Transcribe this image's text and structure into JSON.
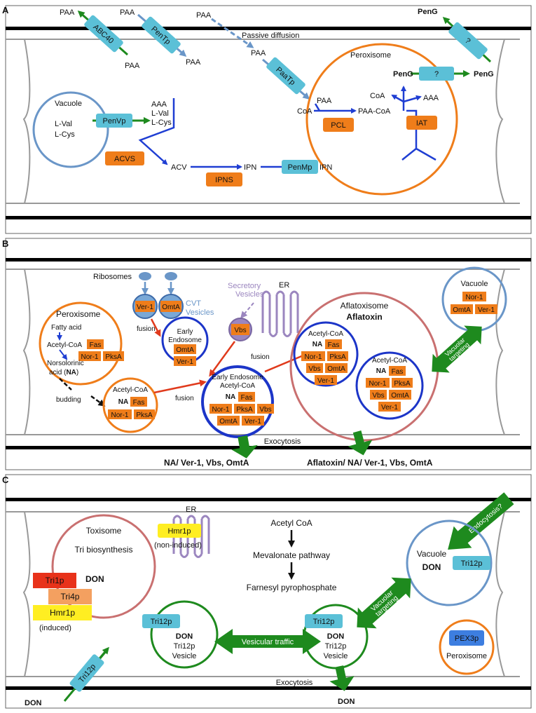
{
  "panel_a": {
    "letter": "A",
    "paa_1": "PAA",
    "paa_2": "PAA",
    "paa_3": "PAA",
    "paa_4": "PAA",
    "paa_5": "PAA",
    "paa_6": "PAA",
    "paa_7": "PAA",
    "abc40": "ABC40",
    "pentp": "PenTp",
    "paatp": "PaaTp",
    "passive_diffusion": "Passive diffusion",
    "peng_1": "PenG",
    "peng_2": "PenG",
    "peng_3": "PenG",
    "unknown_1": "?",
    "unknown_2": "?",
    "peroxisome": "Peroxisome",
    "vacuole": "Vacuole",
    "lval": "L-Val",
    "lcys": "L-Cys",
    "penvp": "PenVp",
    "aaa_1": "AAA",
    "lval_out": "L-Val",
    "lcys_out": "L-Cys",
    "acvs": "ACVS",
    "acv": "ACV",
    "ipns": "IPNS",
    "ipn_1": "IPN",
    "ipn_2": "IPN",
    "penmp": "PenMp",
    "coa_1": "CoA",
    "paa_coa": "PAA-CoA",
    "pcl": "PCL",
    "iat": "IAT",
    "coa_2": "CoA",
    "aaa_2": "AAA"
  },
  "panel_b": {
    "letter": "B",
    "ribosomes": "Ribosomes",
    "ver1_cvt": "Ver-1",
    "omta_cvt": "OmtA",
    "cvt_1": "CVT",
    "cvt_2": "Vesicles",
    "secretory_1": "Secretory",
    "secretory_2": "Vesicles",
    "er": "ER",
    "peroxisome": "Peroxisome",
    "fatty_acid": "Fatty acid",
    "acetyl_coa": "Acetyl-CoA",
    "fas": "Fas",
    "nor1": "Nor-1",
    "pksa": "PksA",
    "norsol": "Norsolorinic",
    "acid": "acid (",
    "na": "NA",
    "close": ")",
    "fusion_1": "fusion",
    "fusion_2": "fusion",
    "fusion_3": "fusion",
    "early_endo_1": "Early",
    "early_endo_2": "Endosome",
    "omta_e": "OmtA",
    "ver1_e": "Ver-1",
    "vbs": "Vbs",
    "budding": "budding",
    "bud_acetyl": "Acetyl-CoA",
    "bud_na": "NA",
    "bud_fas": "Fas",
    "bud_nor1": "Nor-1",
    "bud_pksa": "PksA",
    "ee2_title": "Early Endosome",
    "ee2_acetyl": "Acetyl-CoA",
    "ee2_na": "NA",
    "ee2_fas": "Fas",
    "ee2_nor1": "Nor-1",
    "ee2_pksa": "PksA",
    "ee2_vbs": "Vbs",
    "ee2_omta": "OmtA",
    "ee2_ver1": "Ver-1",
    "aflatoxisome": "Aflatoxisome",
    "aflatoxin": "Aflatoxin",
    "v1_acetyl": "Acetyl-CoA",
    "v1_na": "NA",
    "v1_fas": "Fas",
    "v1_nor1": "Nor-1",
    "v1_pksa": "PksA",
    "v1_vbs": "Vbs",
    "v1_omta": "OmtA",
    "v1_ver1": "Ver-1",
    "v2_acetyl": "Acetyl-CoA",
    "v2_na": "NA",
    "v2_fas": "Fas",
    "v2_nor1": "Nor-1",
    "v2_pksa": "PksA",
    "v2_vbs": "Vbs",
    "v2_omta": "OmtA",
    "v2_ver1": "Ver-1",
    "vacuole": "Vacuole",
    "vac_nor1": "Nor-1",
    "vac_omta": "OmtA",
    "vac_ver1": "Ver-1",
    "vacuolar_1": "Vacuolar",
    "vacuolar_2": "targeting",
    "exocytosis": "Exocytosis",
    "out_left": "NA/ Ver-1, Vbs, OmtA",
    "out_right": "Aflatoxin/ NA/ Ver-1, Vbs, OmtA"
  },
  "panel_c": {
    "letter": "C",
    "endocytosis": "Endocytosis?",
    "er": "ER",
    "hmr1p_er": "Hmr1p",
    "non_induced": "(non-induced)",
    "acetyl_coa": "Acetyl CoA",
    "mevalonate": "Mevalonate pathway",
    "farnesyl": "Farnesyl pyrophosphate",
    "toxisome": "Toxisome",
    "tri_bio": "Tri biosynthesis",
    "don_tox": "DON",
    "tri1p": "Tri1p",
    "tri4p": "Tri4p",
    "hmr1p": "Hmr1p",
    "induced": "(induced)",
    "vacuole": "Vacuole",
    "don_vac": "DON",
    "tri12p_vac": "Tri12p",
    "vacuolar_1": "Vacuolar",
    "vacuolar_2": "targeting",
    "tri12p_v1": "Tri12p",
    "don_v1": "DON",
    "tri12p_v1b": "Tri12p",
    "vesicle_v1": "Vesicle",
    "vesicular_traffic": "Vesicular traffic",
    "tri12p_v2": "Tri12p",
    "don_v2": "DON",
    "tri12p_v2b": "Tri12p",
    "vesicle_v2": "Vesicle",
    "pex3p": "PEX3p",
    "peroxisome": "Peroxisome",
    "tri12p_pm": "Tri12p",
    "exocytosis": "Exocytosis",
    "don_out_left": "DON",
    "don_out_mid": "DON"
  },
  "colors": {
    "enzyme": "#ef7d1a",
    "transporter": "#5bc0d7",
    "blue_arrow": "#1f3ed3",
    "green_arrow": "#1e8a1e",
    "red_arrow": "#e03a1c",
    "peroxisome": "#ef7d1a",
    "vacuole": "#6a96c8",
    "endosome": "#1c35c8",
    "aflatoxisome": "#c97070",
    "er": "#9b86bf",
    "tri1p": "#e8321a",
    "tri4p": "#f4a060",
    "hmr1p": "#ffee22",
    "pex3p": "#3d7ee0"
  }
}
